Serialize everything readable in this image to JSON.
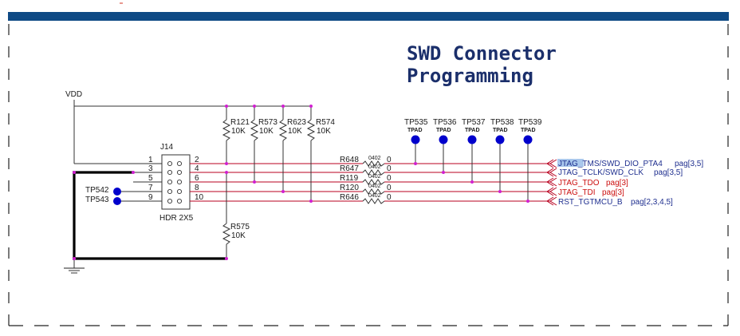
{
  "title": {
    "line1": "SWD Connector",
    "line2": "Programming"
  },
  "power": {
    "vdd": "VDD"
  },
  "connector": {
    "ref": "J14",
    "part": "HDR 2X5",
    "pins_left": [
      "1",
      "3",
      "5",
      "7",
      "9"
    ],
    "pins_right": [
      "2",
      "4",
      "6",
      "8",
      "10"
    ]
  },
  "pullups": [
    {
      "ref": "R121",
      "value": "10K"
    },
    {
      "ref": "R573",
      "value": "10K"
    },
    {
      "ref": "R623",
      "value": "10K"
    },
    {
      "ref": "R574",
      "value": "10K"
    }
  ],
  "pulldown": {
    "ref": "R575",
    "value": "10K"
  },
  "series_resistors": [
    {
      "ref": "R648",
      "package": "0402",
      "value": "0"
    },
    {
      "ref": "R647",
      "package": "0402",
      "value": "0"
    },
    {
      "ref": "R119",
      "package": "0402",
      "value": "0"
    },
    {
      "ref": "R120",
      "package": "0402",
      "value": "0"
    },
    {
      "ref": "R646",
      "package": "0402",
      "value": "0"
    }
  ],
  "testpoints_top": [
    {
      "ref": "TP535",
      "type": "TPAD"
    },
    {
      "ref": "TP536",
      "type": "TPAD"
    },
    {
      "ref": "TP537",
      "type": "TPAD"
    },
    {
      "ref": "TP538",
      "type": "TPAD"
    },
    {
      "ref": "TP539",
      "type": "TPAD"
    }
  ],
  "testpoints_left": [
    {
      "ref": "TP542"
    },
    {
      "ref": "TP543"
    }
  ],
  "nets": [
    {
      "name": "JTAG_TMS/SWD_DIO_PTA4",
      "highlight": "JTAG_",
      "rest": "TMS/SWD_DIO_PTA4",
      "page": "pag[3,5]",
      "color": "#1f2f8f"
    },
    {
      "name": "JTAG_TCLK/SWD_CLK",
      "page": "pag[3,5]",
      "color": "#1f2f8f"
    },
    {
      "name": "JTAG_TDO",
      "page": "pag[3]",
      "color": "#cc1010"
    },
    {
      "name": "JTAG_TDI",
      "page": "pag[3]",
      "color": "#cc1010"
    },
    {
      "name": "RST_TGTMCU_B",
      "page": "pag[2,3,4,5]",
      "color": "#1f2f8f"
    }
  ],
  "colors": {
    "header_bar": "#0f4a85",
    "net_blue": "#1f2f8f",
    "net_red": "#cc1010",
    "wire": "#b8001f",
    "junction": "#d01fd0",
    "testpoint": "#0000cc"
  }
}
